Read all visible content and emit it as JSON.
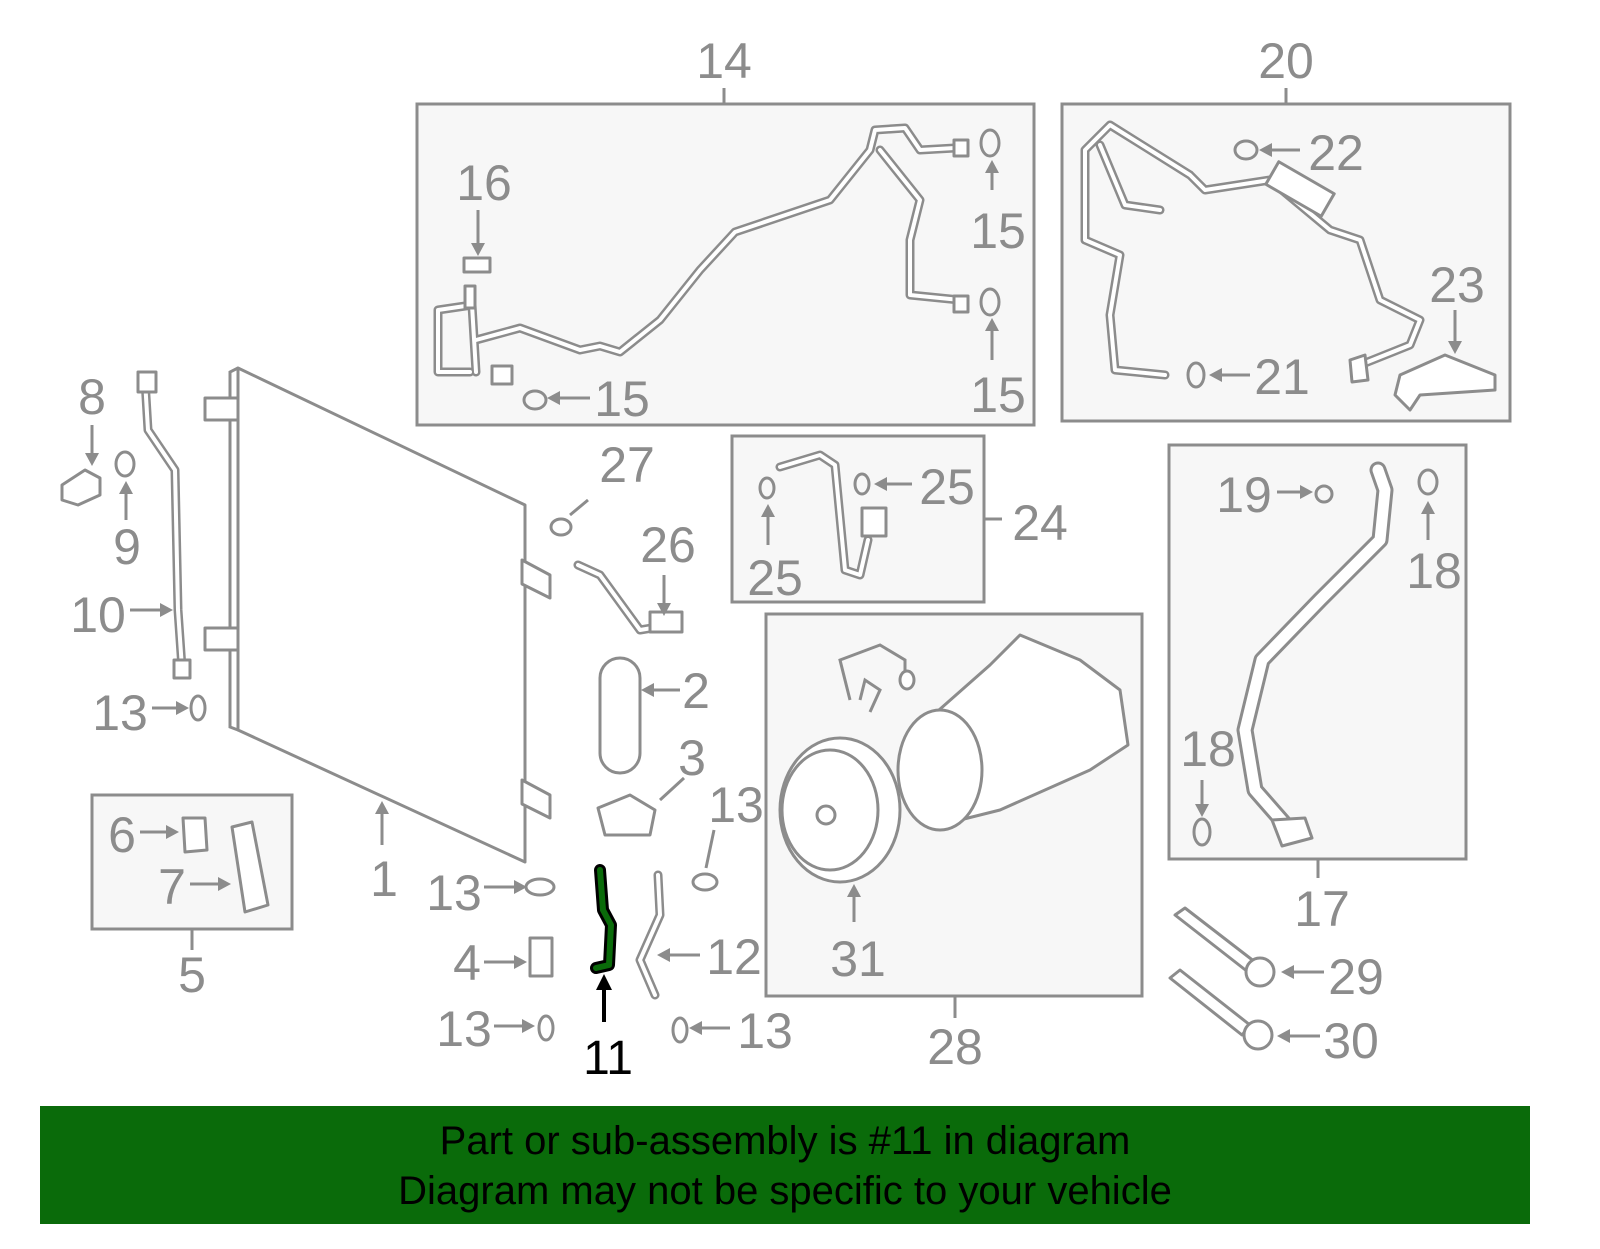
{
  "colors": {
    "line": "#8c8c8c",
    "highlight_part": "#0a6b0a",
    "banner_background": "#0a6b0a",
    "banner_text": "#000000",
    "highlight_label": "#000000"
  },
  "callouts": {
    "c1": "1",
    "c2": "2",
    "c3": "3",
    "c4": "4",
    "c5": "5",
    "c6": "6",
    "c7": "7",
    "c8": "8",
    "c9": "9",
    "c10": "10",
    "c11": "11",
    "c12": "12",
    "c13": "13",
    "c14": "14",
    "c15": "15",
    "c16": "16",
    "c17": "17",
    "c18": "18",
    "c19": "19",
    "c20": "20",
    "c21": "21",
    "c22": "22",
    "c23": "23",
    "c24": "24",
    "c25": "25",
    "c26": "26",
    "c27": "27",
    "c28": "28",
    "c29": "29",
    "c30": "30",
    "c31": "31"
  },
  "highlighted_part": "11",
  "banner": {
    "line1": "Part or sub-assembly is #11 in diagram",
    "line2": "Diagram may not be specific to your vehicle"
  }
}
